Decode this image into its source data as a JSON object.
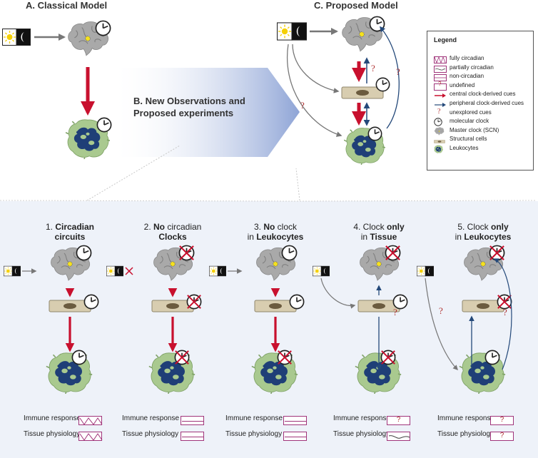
{
  "headers": {
    "a": "A. Classical Model",
    "c": "C. Proposed Model",
    "b_line1": "B. New Observations and",
    "b_line2": "Proposed experiments"
  },
  "legend": {
    "title": "Legend",
    "items": [
      {
        "label": "fully circadian",
        "icon": "fully-circadian-box"
      },
      {
        "label": "partially circadian",
        "icon": "partially-circadian-box"
      },
      {
        "label": "non-circadian",
        "icon": "non-circadian-box"
      },
      {
        "label": "undefined",
        "icon": "undefined-box",
        "mark": "?"
      },
      {
        "label": "central clock-derived cues",
        "icon": "red-arrow"
      },
      {
        "label": "peripheral clock-derived cues",
        "icon": "blue-arrow"
      },
      {
        "label": "unexplored cues",
        "icon": "red-question-mark",
        "mark": "?"
      },
      {
        "label": "molecular clock",
        "icon": "clock-icon"
      },
      {
        "label": "Master clock (SCN)",
        "icon": "brain-icon"
      },
      {
        "label": "Structural cells",
        "icon": "structural-cell-icon"
      },
      {
        "label": "Leukocytes",
        "icon": "leukocyte-icon"
      }
    ]
  },
  "question_mark": "?",
  "panels": [
    {
      "num": "1.",
      "t1a": "Circadian",
      "t1b": "",
      "t2a": "circuits",
      "t2b": "",
      "immune": "fully",
      "tissue": "fully"
    },
    {
      "num": "2.",
      "t1a": "No",
      "t1b": " circadian",
      "t2a": "Clocks",
      "t2b": "",
      "immune": "none",
      "tissue": "none"
    },
    {
      "num": "3.",
      "t1a": "No",
      "t1b": " clock",
      "t2a": "in ",
      "t2b": "Leukocytes",
      "immune": "none",
      "tissue": "none"
    },
    {
      "num": "4.",
      "t1a": "Clock ",
      "t1b": "only",
      "t2a": "in ",
      "t2b": "Tissue",
      "immune": "undefined",
      "tissue": "partial"
    },
    {
      "num": "5.",
      "t1a": "Clock ",
      "t1b": "only",
      "t2a": "in ",
      "t2b": "Leukocytes",
      "immune": "undefined",
      "tissue": "undefined"
    }
  ],
  "outcome_labels": {
    "immune": "Immune response",
    "tissue": "Tissue physiology"
  },
  "colors": {
    "central_arrow": "#c8102e",
    "peripheral_arrow": "#24497a",
    "neutral_arrow": "#777777",
    "unexplored": "#b03030",
    "outcome_border": "#a0347a",
    "brain": "#a9a9a9",
    "leukocyte_outer": "#a9c98f",
    "leukocyte_inner": "#1f3f77",
    "structural_cell": "#d8cdb0",
    "panel_bg": "#eef2f9"
  }
}
